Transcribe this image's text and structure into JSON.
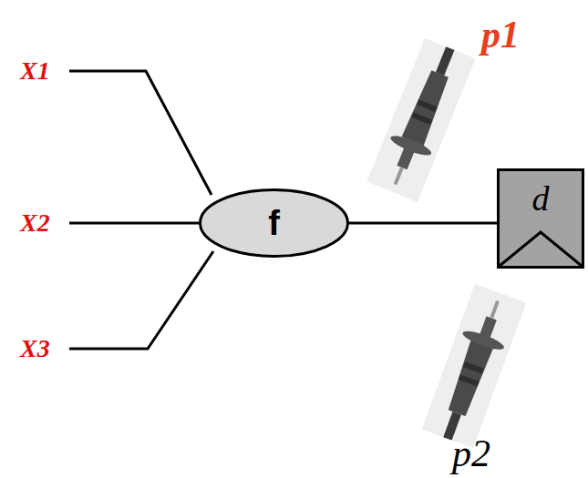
{
  "diagram": {
    "nodes": [
      {
        "text": [
          "f"
        ]
      },
      {
        "text": [
          "d"
        ]
      }
    ],
    "edges": [
      {
        "from": 0,
        "to": 1,
        "arrow": "none"
      }
    ],
    "labels": [
      "X1",
      "X2",
      "X3",
      "p1",
      "p2"
    ]
  }
}
